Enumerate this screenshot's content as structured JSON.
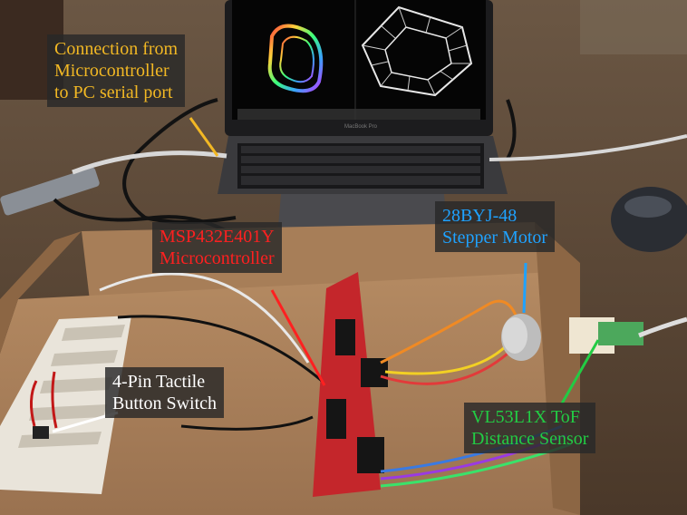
{
  "photo": {
    "screen_brand": "MacBook Pro"
  },
  "annotations": [
    {
      "id": "serial",
      "lines": [
        "Connection from",
        "Microcontroller",
        "to PC serial port"
      ],
      "color": "#f2b824"
    },
    {
      "id": "mcu",
      "lines": [
        "MSP432E401Y",
        "Microcontroller"
      ],
      "color": "#ff2020"
    },
    {
      "id": "motor",
      "lines": [
        "28BYJ-48",
        "Stepper Motor"
      ],
      "color": "#1fa2ff"
    },
    {
      "id": "button",
      "lines": [
        "4-Pin Tactile",
        "Button Switch"
      ],
      "color": "#ffffff"
    },
    {
      "id": "sensor",
      "lines": [
        "VL53L1X ToF",
        "Distance Sensor"
      ],
      "color": "#22cc44"
    }
  ]
}
